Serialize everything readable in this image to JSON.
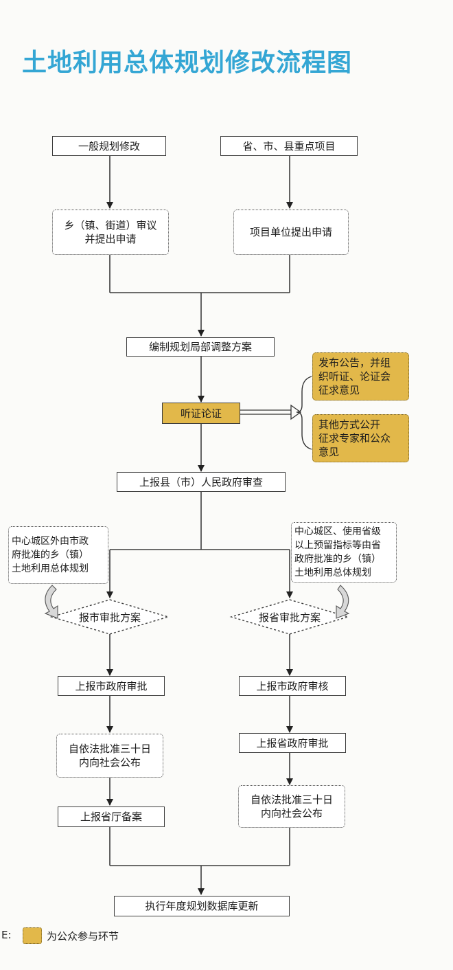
{
  "title": "土地利用总体规划修改流程图",
  "nodes": {
    "general_modification": "一般规划修改",
    "key_projects": "省、市、县重点项目",
    "township_review": "乡（镇、街道）审议\n并提出申请",
    "project_unit_apply": "项目单位提出申请",
    "compile_adjustment": "编制规划局部调整方案",
    "hearing": "听证论证",
    "publish_notice": "发布公告，并组\n织听证、论证会\n征求意见",
    "other_methods": "其他方式公开\n征求专家和公众\n意见",
    "county_review": "上报县（市）人民政府审查",
    "city_scope_note": "中心城区外由市政\n府批准的乡（镇）\n土地利用总体规划",
    "province_scope_note": "中心城区、使用省级\n以上预留指标等由省\n政府批准的乡（镇）\n土地利用总体规划",
    "city_approval_plan": "报市审批方案",
    "province_approval_plan": "报省审批方案",
    "city_gov_approval": "上报市政府审批",
    "city_gov_review": "上报市政府审核",
    "province_gov_approval": "上报省政府审批",
    "publish_30_days_left": "自依法批准三十日\n内向社会公布",
    "publish_30_days_right": "自依法批准三十日\n内向社会公布",
    "provincial_filing": "上报省厅备案",
    "database_update": "执行年度规划数据库更新"
  },
  "legend": {
    "prefix": "E:",
    "label": "为公众参与环节"
  },
  "colors": {
    "title": "#34a6d4",
    "public_participation": "#e2b84a",
    "line": "#3c3c3c"
  }
}
